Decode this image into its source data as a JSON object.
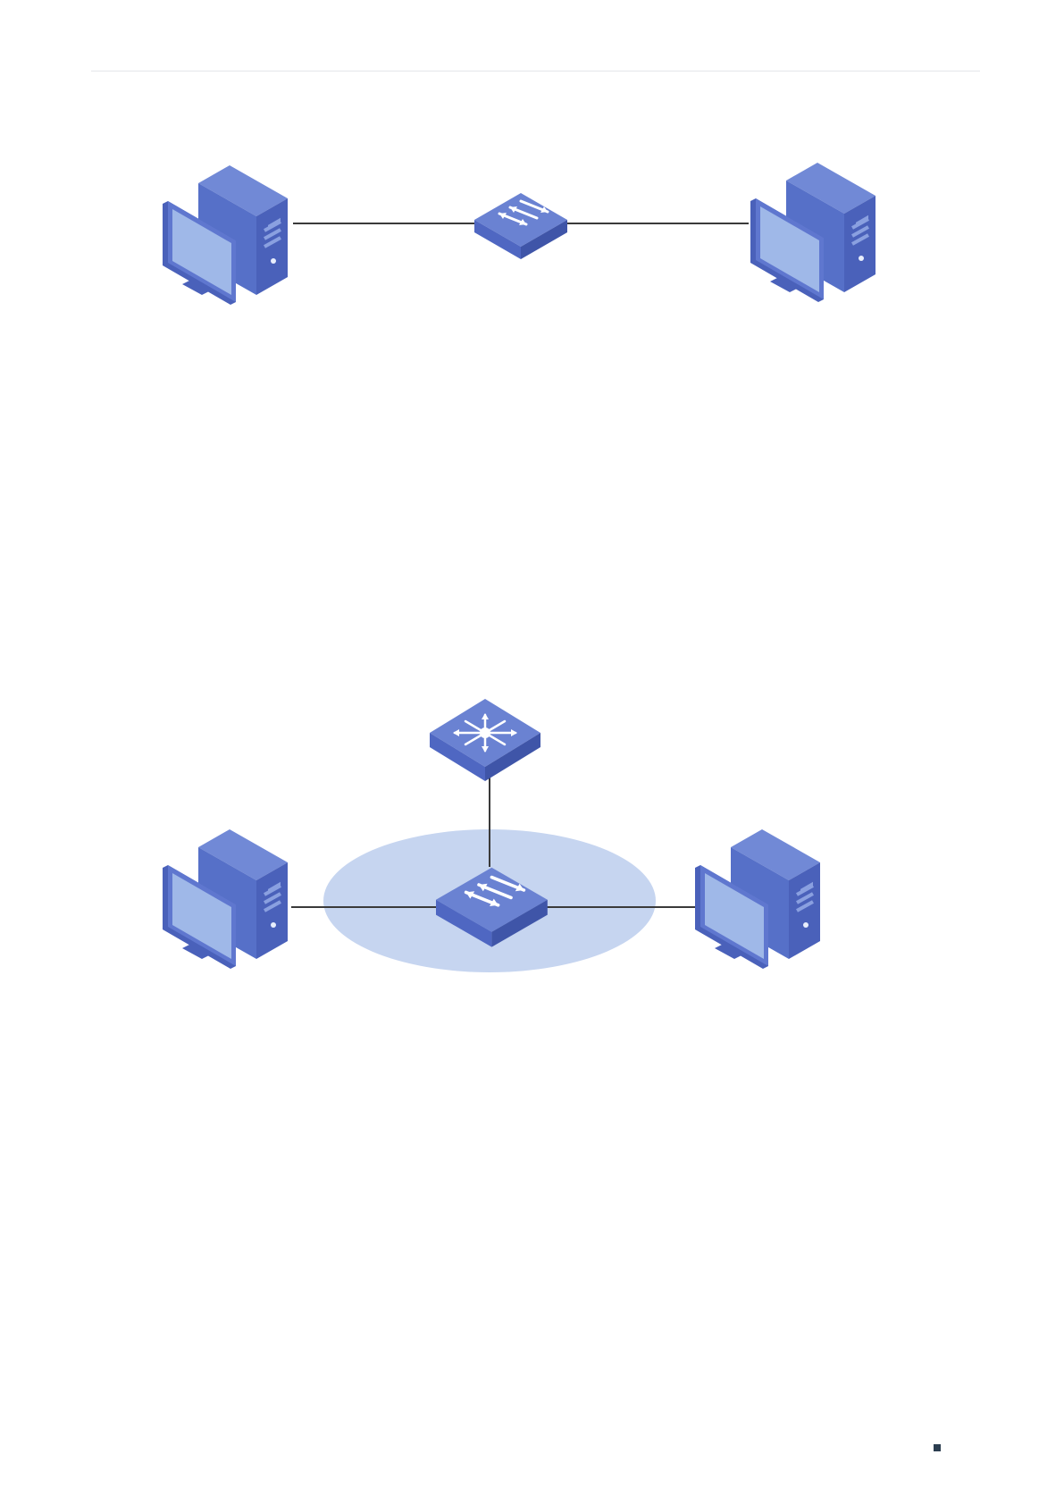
{
  "header": {
    "rule_color": "#e4e6ea"
  },
  "colors": {
    "device_top": "#6f87d4",
    "device_front": "#4f67c2",
    "device_side": "#3f55a8",
    "monitor_screen": "#9fb8e8",
    "monitor_frame": "#5a72cc",
    "link": "#3a3a3a",
    "lan_region": "#c6d5f0",
    "page_marker": "#2c3e50"
  },
  "diagrams": [
    {
      "id": "diagram-1",
      "nodes": [
        {
          "id": "pc-left",
          "icon": "computer-icon"
        },
        {
          "id": "switch",
          "icon": "layer2-switch-icon"
        },
        {
          "id": "pc-right",
          "icon": "computer-icon"
        }
      ],
      "links": [
        {
          "from": "pc-left",
          "to": "switch"
        },
        {
          "from": "switch",
          "to": "pc-right"
        }
      ]
    },
    {
      "id": "diagram-2",
      "nodes": [
        {
          "id": "core-switch",
          "icon": "layer3-switch-icon"
        },
        {
          "id": "pc-left",
          "icon": "computer-icon"
        },
        {
          "id": "access-switch",
          "icon": "layer2-switch-icon"
        },
        {
          "id": "pc-right",
          "icon": "computer-icon"
        }
      ],
      "links": [
        {
          "from": "core-switch",
          "to": "access-switch"
        },
        {
          "from": "pc-left",
          "to": "access-switch"
        },
        {
          "from": "access-switch",
          "to": "pc-right"
        }
      ],
      "region": {
        "encloses": [
          "access-switch"
        ],
        "shape": "ellipse"
      }
    }
  ]
}
